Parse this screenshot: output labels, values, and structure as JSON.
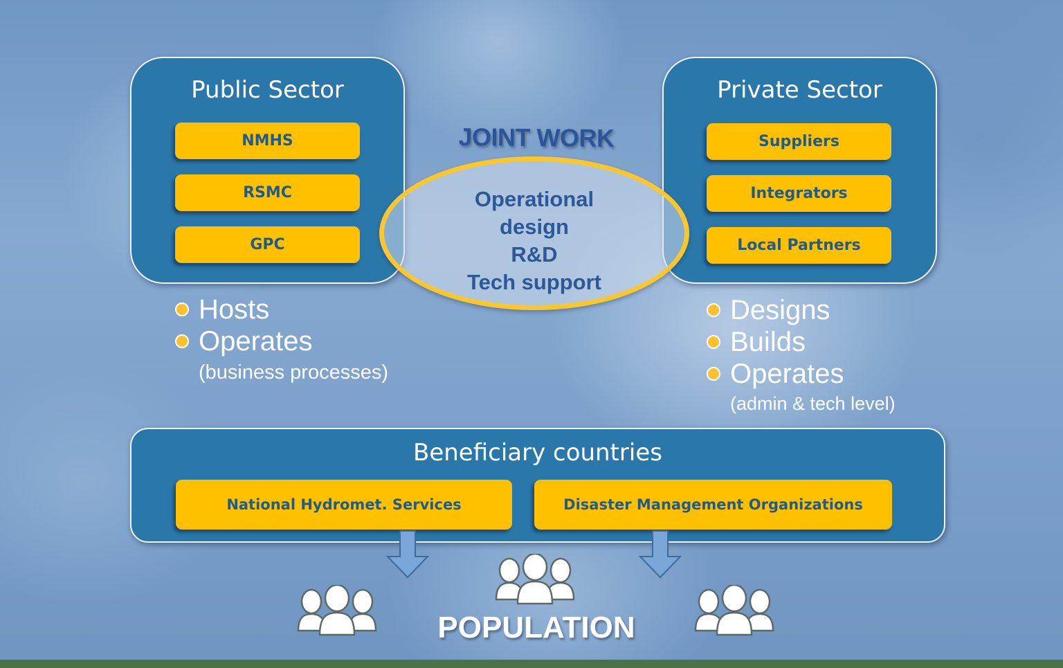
{
  "public_sector": {
    "title": "Public Sector",
    "items": [
      "NMHS",
      "RSMC",
      "GPC"
    ],
    "roles": [
      "Hosts",
      "Operates"
    ],
    "role_note": "(business processes)"
  },
  "joint_work": {
    "title": "JOINT WORK",
    "lines": [
      "Operational",
      "design",
      "R&D",
      "Tech support"
    ]
  },
  "private_sector": {
    "title": "Private Sector",
    "items": [
      "Suppliers",
      "Integrators",
      "Local Partners"
    ],
    "roles": [
      "Designs",
      "Builds",
      "Operates"
    ],
    "role_note": "(admin & tech level)"
  },
  "beneficiary": {
    "title": "Beneficiary countries",
    "items": [
      "National Hydromet. Services",
      "Disaster Management Organizations"
    ]
  },
  "population": {
    "label": "POPULATION",
    "icons": [
      "people-group-icon",
      "people-group-icon",
      "people-group-icon"
    ]
  },
  "colors": {
    "box_blue": "#2a77aa",
    "pill_yellow": "#ffc000",
    "pill_text": "#1f5c8a",
    "ellipse_border": "#fcc72c",
    "joint_text": "#2b5597",
    "arrow_fill": "#7aa7d8",
    "footer_green": "#4b7249"
  }
}
